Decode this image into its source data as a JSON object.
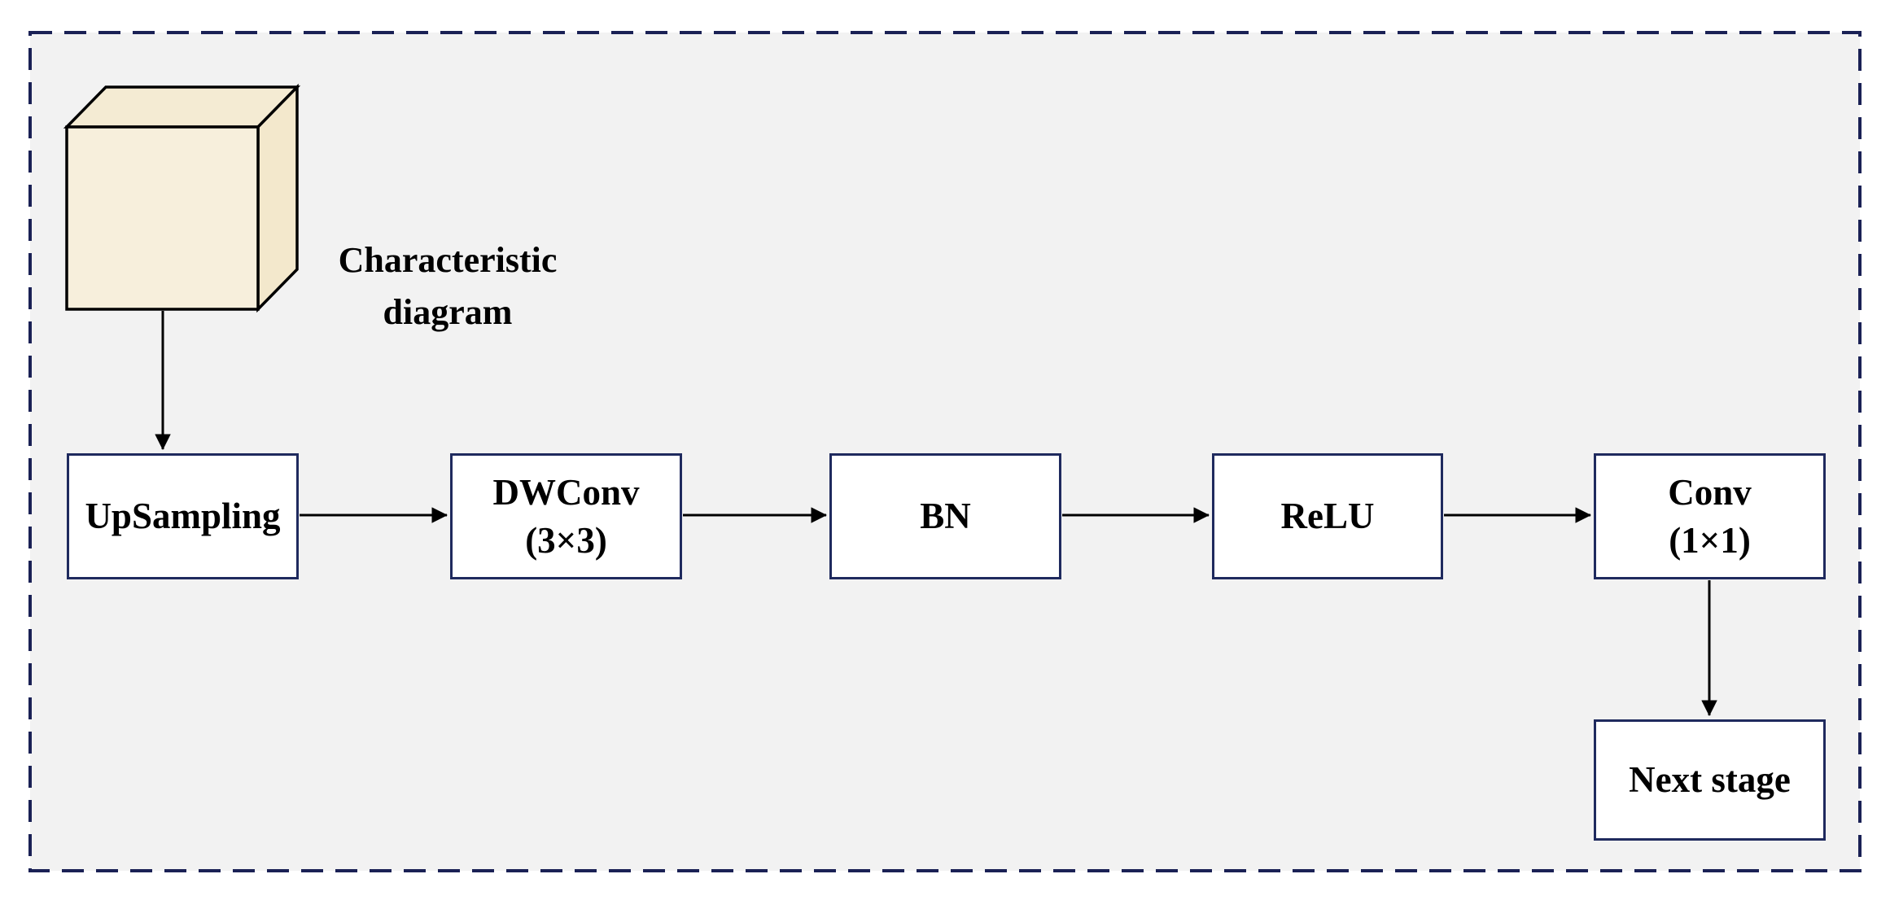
{
  "diagram": {
    "caption": {
      "line1": "Characteristic",
      "line2": "diagram"
    },
    "nodes": [
      {
        "id": "upsampling",
        "label": "UpSampling",
        "sublabel": ""
      },
      {
        "id": "dwconv",
        "label": "DWConv",
        "sublabel": "(3×3)"
      },
      {
        "id": "bn",
        "label": "BN",
        "sublabel": ""
      },
      {
        "id": "relu",
        "label": "ReLU",
        "sublabel": ""
      },
      {
        "id": "conv",
        "label": "Conv",
        "sublabel": "(1×1)"
      },
      {
        "id": "next-stage",
        "label": "Next stage",
        "sublabel": ""
      }
    ],
    "edges": [
      {
        "from": "Characteristic diagram",
        "to": "UpSampling"
      },
      {
        "from": "UpSampling",
        "to": "DWConv (3×3)"
      },
      {
        "from": "DWConv (3×3)",
        "to": "BN"
      },
      {
        "from": "BN",
        "to": "ReLU"
      },
      {
        "from": "ReLU",
        "to": "Conv (1×1)"
      },
      {
        "from": "Conv (1×1)",
        "to": "Next stage"
      }
    ],
    "colors": {
      "panel_background": "#f2f2f2",
      "dashed_border": "#1a2155",
      "node_border": "#1f2a5e",
      "node_fill": "#ffffff",
      "cube_front": "#f7efdc",
      "cube_top": "#f4ebd3",
      "cube_side": "#f3e8cc",
      "line_color": "#000000",
      "text_color": "#000000"
    }
  }
}
